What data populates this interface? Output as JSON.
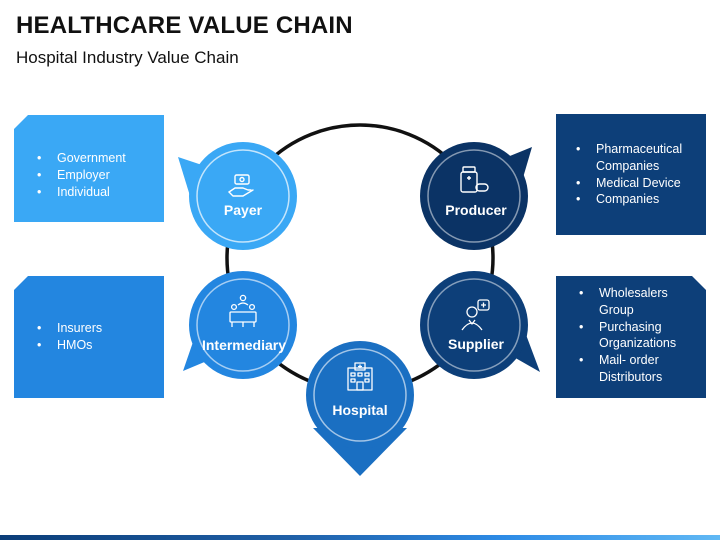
{
  "title": "HEALTHCARE VALUE CHAIN",
  "subtitle": "Hospital Industry Value Chain",
  "nodes": {
    "payer": {
      "label": "Payer",
      "icon": "hand-money-icon"
    },
    "producer": {
      "label": "Producer",
      "icon": "medicine-bottle-icon"
    },
    "intermediary": {
      "label": "Intermediary",
      "icon": "meeting-people-icon"
    },
    "supplier": {
      "label": "Supplier",
      "icon": "doctor-icon"
    },
    "hospital": {
      "label": "Hospital",
      "icon": "hospital-building-icon"
    }
  },
  "boxes": {
    "payer_list": [
      "Government",
      "Employer",
      "Individual"
    ],
    "intermediary_list": [
      "Insurers",
      "HMOs"
    ],
    "producer_list": [
      "Pharmaceutical",
      "Companies",
      "Medical Device",
      "Companies"
    ],
    "supplier_list": [
      "Wholesalers",
      "Group",
      "Purchasing",
      "Organizations",
      "Mail- order",
      "Distributors"
    ]
  },
  "colors": {
    "light_blue": "#3aa8f5",
    "mid_blue": "#2386e0",
    "dark_blue": "#0d3f79",
    "navy": "#0b3365",
    "ring": "#111111"
  }
}
